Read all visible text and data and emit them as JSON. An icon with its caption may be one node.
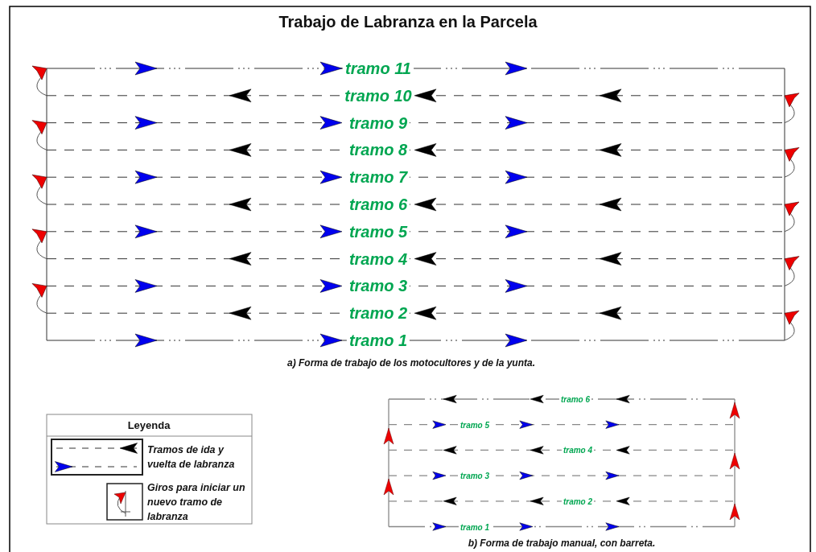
{
  "diagram": {
    "title": "Trabajo de Labranza en la Parcela",
    "labels": [
      "tramo 11",
      "tramo 10",
      "tramo 9",
      "tramo 8",
      "tramo 7",
      "tramo 6",
      "tramo 5",
      "tramo 4",
      "tramo 3",
      "tramo 2",
      "tramo 1",
      "a) Forma de trabajo de los motocultores y de la yunta.",
      "Leyenda",
      "tramo 6",
      "tramo 5",
      "tramo 4",
      "tramo 3",
      "tramo 2",
      "tramo 1",
      "b) Forma de trabajo manual, con barreta."
    ],
    "legend": [
      {
        "text": "Tramos de ida y vuelta de labranza"
      },
      {
        "text": "Giros para iniciar un nuevo tramo de labranza"
      }
    ]
  }
}
